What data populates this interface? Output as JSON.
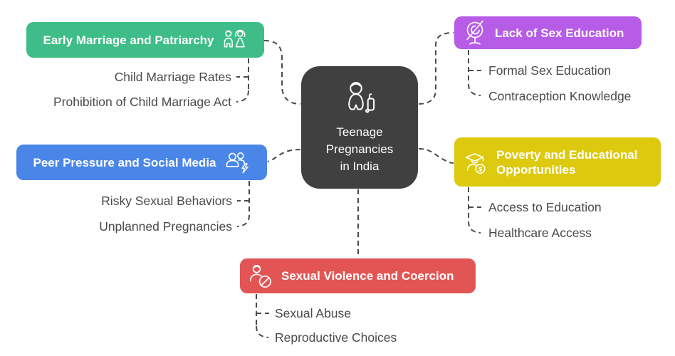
{
  "page": {
    "background": "#ffffff",
    "connector_color": "#4a4a4a",
    "child_text_color": "#4a4a4a"
  },
  "center": {
    "lines": [
      "Teenage",
      "Pregnancies",
      "in India"
    ],
    "color": "#404040",
    "icon": "pregnant-woman-icon"
  },
  "branches": {
    "early_marriage": {
      "label": "Early Marriage and Patriarchy",
      "color": "#3ebd88",
      "icon": "wedding-couple-icon",
      "children": [
        "Child Marriage Rates",
        "Prohibition of Child Marriage Act"
      ]
    },
    "sex_education": {
      "label": "Lack of Sex Education",
      "color": "#b75ce6",
      "icon": "crossed-out-education-icon",
      "children": [
        "Formal Sex Education",
        "Contraception Knowledge"
      ]
    },
    "peer_pressure": {
      "label": "Peer Pressure and Social Media",
      "color": "#4a86e8",
      "icon": "people-lightning-icon",
      "children": [
        "Risky Sexual Behaviors",
        "Unplanned Pregnancies"
      ]
    },
    "poverty": {
      "label": "Poverty and Educational Opportunities",
      "color": "#ddc90e",
      "icon": "graduate-money-icon",
      "children": [
        "Access to Education",
        "Healthcare Access"
      ]
    },
    "violence": {
      "label": "Sexual Violence and Coercion",
      "color": "#e25554",
      "icon": "person-prohibition-icon",
      "children": [
        "Sexual Abuse",
        "Reproductive Choices"
      ]
    }
  }
}
